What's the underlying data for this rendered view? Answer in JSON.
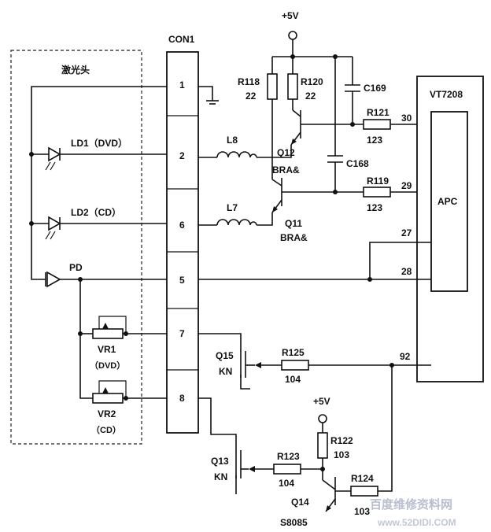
{
  "laser_head_label": "激光头",
  "connector": {
    "name": "CON1",
    "pins": [
      "1",
      "2",
      "6",
      "5",
      "7",
      "8"
    ]
  },
  "supply": {
    "top": "+5V",
    "bottom": "+5V"
  },
  "components": {
    "ld1": "LD1（DVD）",
    "ld2": "LD2（CD）",
    "pd": "PD",
    "vr1_name": "VR1",
    "vr1_sub": "（DVD）",
    "vr2_name": "VR2",
    "vr2_sub": "（CD）",
    "l8": "L8",
    "l7": "L7",
    "r118_name": "R118",
    "r118_val": "22",
    "r120_name": "R120",
    "r120_val": "22",
    "c169": "C169",
    "c168": "C168",
    "q12_name": "Q12",
    "q12_type": "BRA&",
    "q11_name": "Q11",
    "q11_type": "BRA&",
    "r121_name": "R121",
    "r121_val": "123",
    "r119_name": "R119",
    "r119_val": "123",
    "q15_name": "Q15",
    "q15_type": "KN",
    "r125_name": "R125",
    "r125_val": "104",
    "q13_name": "Q13",
    "q13_type": "KN",
    "r123_name": "R123",
    "r123_val": "104",
    "r122_name": "R122",
    "r122_val": "103",
    "r124_name": "R124",
    "r124_val": "103",
    "q14_name": "Q14",
    "q14_type": "S8085"
  },
  "ic": {
    "name": "VT7208",
    "block": "APC",
    "pins": [
      "30",
      "29",
      "27",
      "28",
      "92"
    ]
  },
  "watermark": {
    "text": "百度维修资料网",
    "url": "www.52DIDI.COM"
  }
}
